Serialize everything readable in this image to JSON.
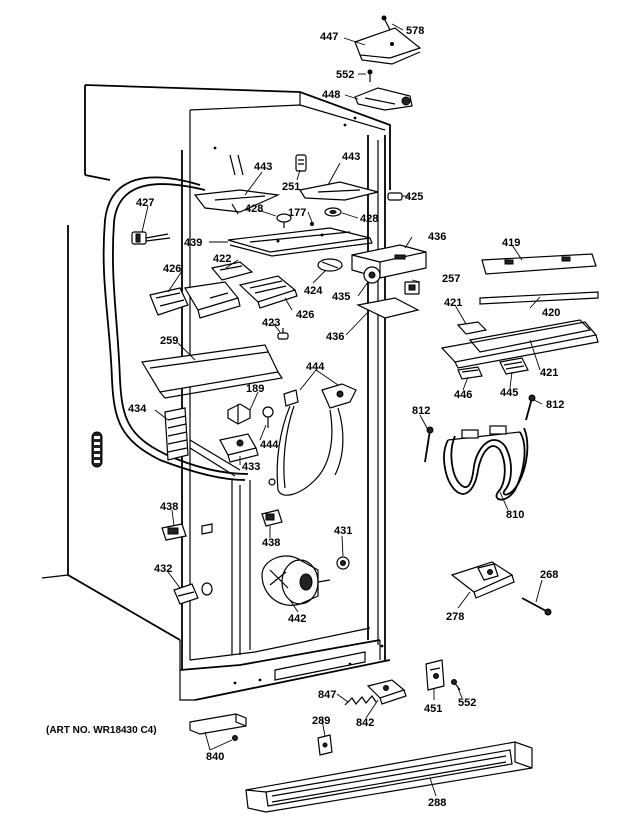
{
  "art_number": "(ART NO. WR18430 C4)",
  "labels": {
    "l578": "578",
    "l447": "447",
    "l552a": "552",
    "l448": "448",
    "l443a": "443",
    "l443b": "443",
    "l251": "251",
    "l425": "425",
    "l427": "427",
    "l428a": "428",
    "l177": "177",
    "l428b": "428",
    "l439": "439",
    "l436a": "436",
    "l422": "422",
    "l426a": "426",
    "l424": "424",
    "l257": "257",
    "l419": "419",
    "l435": "435",
    "l421a": "421",
    "l420": "420",
    "l436b": "436",
    "l423": "423",
    "l426b": "426",
    "l259": "259",
    "l421b": "421",
    "l189": "189",
    "l444a": "444",
    "l446": "446",
    "l445": "445",
    "l434": "434",
    "l812a": "812",
    "l812b": "812",
    "l444b": "444",
    "l433": "433",
    "l810": "810",
    "l438a": "438",
    "l438b": "438",
    "l431": "431",
    "l432": "432",
    "l268": "268",
    "l442": "442",
    "l278": "278",
    "l847": "847",
    "l451": "451",
    "l552b": "552",
    "l289": "289",
    "l842": "842",
    "l840": "840",
    "l288": "288"
  }
}
